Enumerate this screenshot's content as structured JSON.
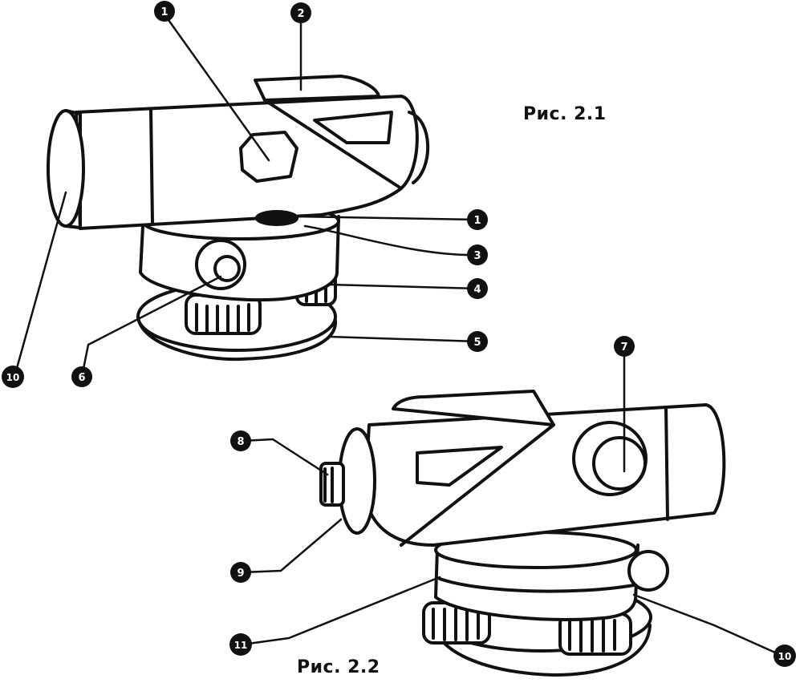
{
  "figure_1": {
    "caption": "Рис. 2.1",
    "callouts": [
      {
        "id": "fig1-callout-top-left",
        "label": "1"
      },
      {
        "id": "fig1-callout-top-right",
        "label": "2"
      },
      {
        "id": "fig1-callout-right-1",
        "label": "1"
      },
      {
        "id": "fig1-callout-right-2",
        "label": "3"
      },
      {
        "id": "fig1-callout-right-3",
        "label": "4"
      },
      {
        "id": "fig1-callout-right-4",
        "label": "5"
      },
      {
        "id": "fig1-callout-bottom-left",
        "label": "10"
      },
      {
        "id": "fig1-callout-bottom-mid",
        "label": "6"
      }
    ]
  },
  "figure_2": {
    "caption": "Рис. 2.2",
    "callouts": [
      {
        "id": "fig2-callout-top",
        "label": "7"
      },
      {
        "id": "fig2-callout-left-top",
        "label": "8"
      },
      {
        "id": "fig2-callout-left-mid",
        "label": "9"
      },
      {
        "id": "fig2-callout-left-bottom",
        "label": "11"
      },
      {
        "id": "fig2-callout-right-bottom",
        "label": "10"
      }
    ]
  }
}
